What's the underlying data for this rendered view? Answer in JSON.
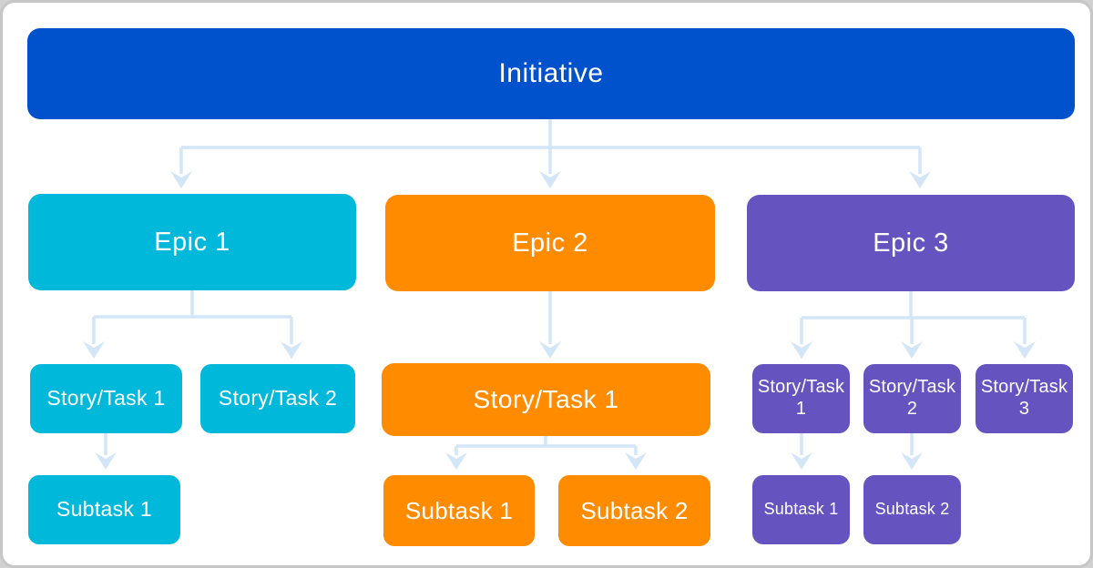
{
  "colors": {
    "initiative": "#0052CC",
    "epic1": "#00B8D9",
    "epic2": "#FF8B00",
    "epic3": "#6554C0",
    "connector": "#D3E6F7",
    "card_bg": "#FFFFFF",
    "card_border": "#C6C6C6",
    "text": "#FFFFFF"
  },
  "hierarchy": {
    "root": {
      "label": "Initiative"
    },
    "epics": [
      {
        "label": "Epic 1",
        "stories": [
          {
            "label": "Story/Task 1",
            "subtasks": [
              "Subtask 1"
            ]
          },
          {
            "label": "Story/Task 2",
            "subtasks": []
          }
        ]
      },
      {
        "label": "Epic 2",
        "stories": [
          {
            "label": "Story/Task 1",
            "subtasks": [
              "Subtask 1",
              "Subtask 2"
            ]
          }
        ]
      },
      {
        "label": "Epic 3",
        "stories": [
          {
            "label": "Story/Task 1",
            "subtasks": [
              "Subtask 1"
            ]
          },
          {
            "label": "Story/Task 2",
            "subtasks": [
              "Subtask 2"
            ]
          },
          {
            "label": "Story/Task 3",
            "subtasks": []
          }
        ]
      }
    ]
  }
}
